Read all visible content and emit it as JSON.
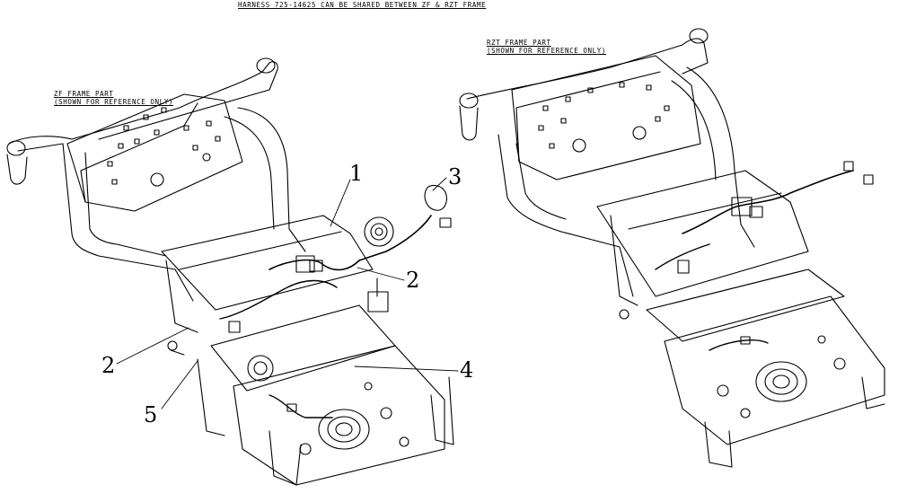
{
  "header_note": "HARNESS 725-14625 CAN BE SHARED BETWEEN ZF & RZT FRAME",
  "left_frame": {
    "label_line1": "ZF FRAME PART",
    "label_line2": "(SHOWN FOR REFERENCE ONLY)"
  },
  "right_frame": {
    "label_line1": "RZT FRAME PART",
    "label_line2": "(SHOWN FOR REFERENCE ONLY)"
  },
  "callouts": [
    {
      "id": "c1",
      "text": "1"
    },
    {
      "id": "c2a",
      "text": "2"
    },
    {
      "id": "c2b",
      "text": "2"
    },
    {
      "id": "c3",
      "text": "3"
    },
    {
      "id": "c4",
      "text": "4"
    },
    {
      "id": "c5",
      "text": "5"
    }
  ]
}
